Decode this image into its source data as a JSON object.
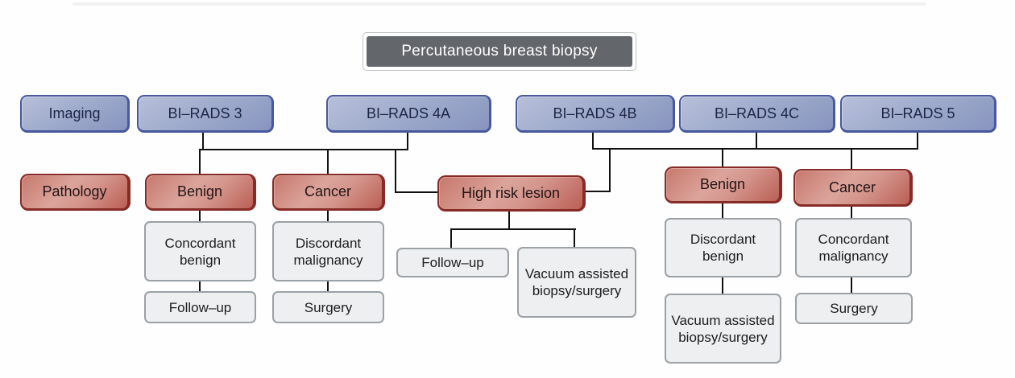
{
  "figure": {
    "title": "Percutaneous breast biopsy",
    "rows": {
      "imaging_label": "Imaging",
      "pathology_label": "Pathology"
    },
    "imaging": {
      "birads3": "BI–RADS 3",
      "birads4a": "BI–RADS 4A",
      "birads4b": "BI–RADS 4B",
      "birads4c": "BI–RADS 4C",
      "birads5": "BI–RADS 5"
    },
    "pathology": {
      "benign_left": "Benign",
      "cancer_left": "Cancer",
      "high_risk": "High risk lesion",
      "benign_right": "Benign",
      "cancer_right": "Cancer"
    },
    "management": {
      "concordant_benign": "Concordant benign",
      "followup_left": "Follow–up",
      "discordant_malignancy": "Discordant malignancy",
      "surgery_left": "Surgery",
      "followup_center": "Follow–up",
      "vacuum_center": "Vacuum assisted biopsy/surgery",
      "discordant_benign": "Discordant benign",
      "vacuum_right": "Vacuum assisted biopsy/surgery",
      "concordant_malignancy": "Concordant malignancy",
      "surgery_right": "Surgery"
    },
    "colors": {
      "title_fill": "#63676c",
      "imaging_fill_light": "#b7c0d9",
      "imaging_fill_dark": "#8894be",
      "imaging_border": "#47589c",
      "pathology_fill_light": "#dba49b",
      "pathology_fill_dark": "#bb5f55",
      "pathology_border": "#872b27",
      "outcome_fill": "#edeff0",
      "outcome_border": "#9ba1a5",
      "connector": "#111111"
    }
  }
}
